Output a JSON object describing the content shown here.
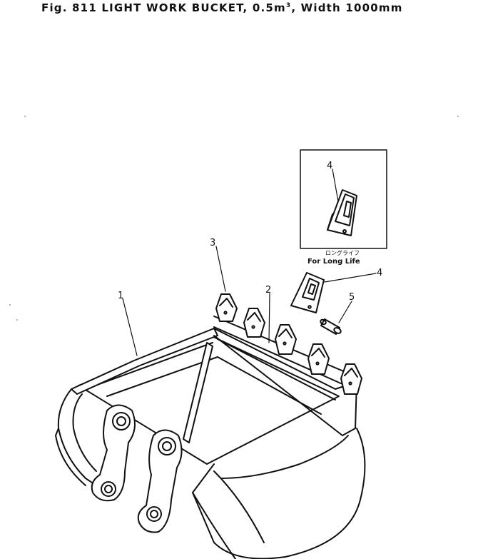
{
  "title": {
    "prefix": "Fig. 811  LIGHT WORK BUCKET, 0.5m",
    "superscript": "3",
    "suffix": ", Width 1000mm"
  },
  "inset": {
    "caption_jp": "ロングライフ",
    "caption_en": "For Long Life"
  },
  "callouts": {
    "c1": "1",
    "c2": "2",
    "c3": "3",
    "c4_inset": "4",
    "c4_main": "4",
    "c5": "5"
  },
  "colors": {
    "ink": "#111111",
    "paper": "#ffffff"
  }
}
